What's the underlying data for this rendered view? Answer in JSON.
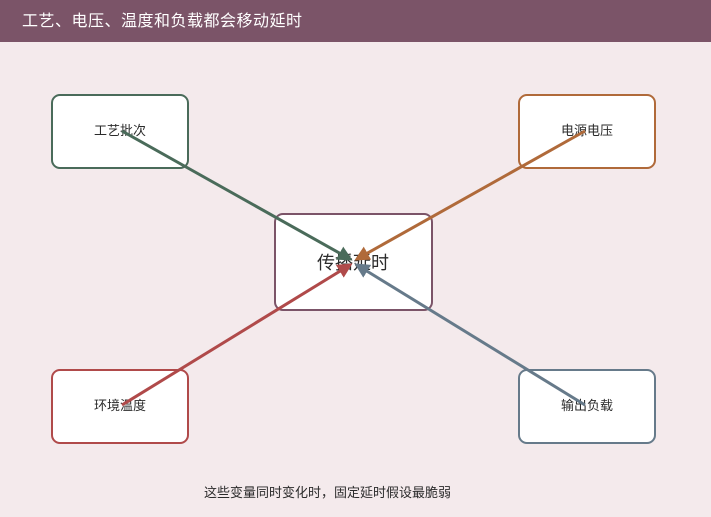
{
  "header": {
    "title": "工艺、电压、温度和负载都会移动延时"
  },
  "diagram": {
    "center": {
      "label": "传播延时",
      "color": "#7b5468"
    },
    "nodes": [
      {
        "id": "process",
        "label": "工艺批次",
        "color": "#4a6b5a"
      },
      {
        "id": "voltage",
        "label": "电源电压",
        "color": "#b06a3a"
      },
      {
        "id": "temperature",
        "label": "环境温度",
        "color": "#b04a4a"
      },
      {
        "id": "load",
        "label": "输出负载",
        "color": "#667a8a"
      }
    ]
  },
  "caption": "这些变量同时变化时，固定延时假设最脆弱"
}
